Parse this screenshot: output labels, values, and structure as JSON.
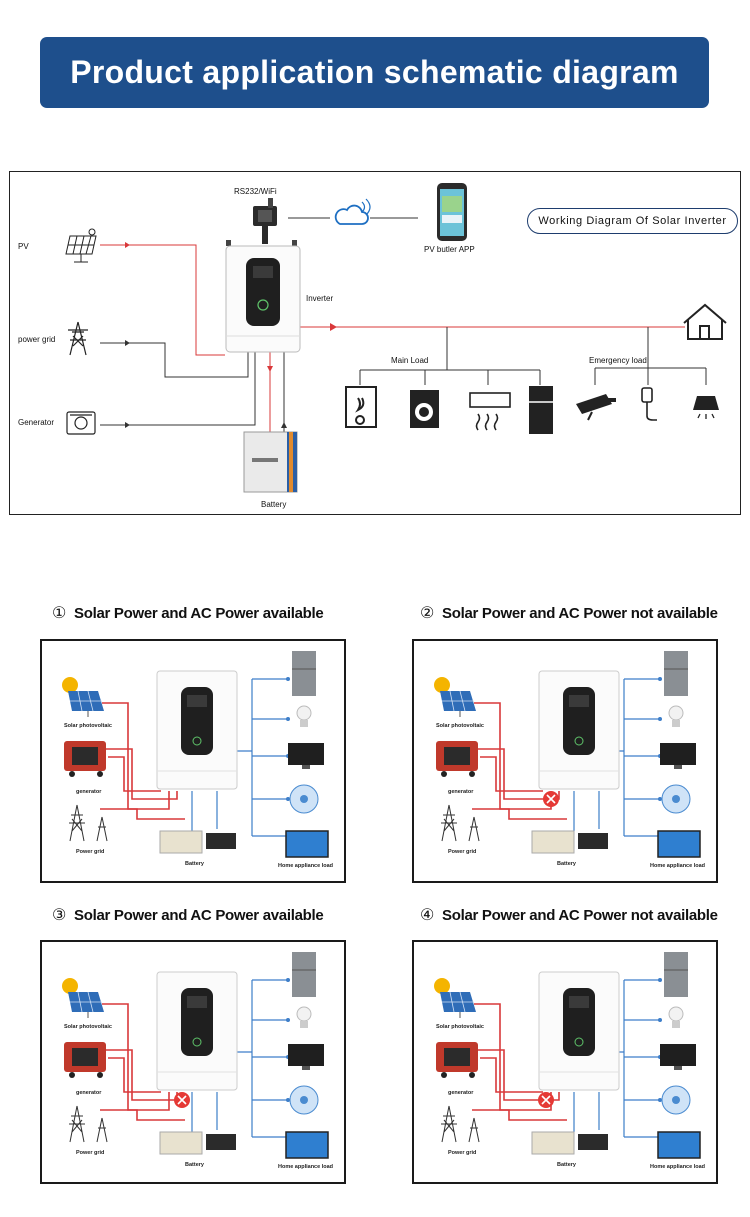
{
  "header": {
    "title": "Product application schematic diagram"
  },
  "top_diagram": {
    "badge": "Working Diagram Of Solar Inverter",
    "labels": {
      "rs232": "RS232/WiFi",
      "app": "PV butler APP",
      "pv": "PV",
      "grid": "power grid",
      "generator": "Generator",
      "inverter": "Inverter",
      "main_load": "Main Load",
      "emergency_load": "Emergency load",
      "battery": "Battery"
    }
  },
  "scenarios": [
    {
      "num": "①",
      "title": "Solar Power and AC Power available",
      "blocked": false
    },
    {
      "num": "②",
      "title": "Solar Power and AC Power not available",
      "blocked": true
    },
    {
      "num": "③",
      "title": "Solar Power and AC Power available",
      "blocked": true
    },
    {
      "num": "④",
      "title": "Solar Power and AC Power not available",
      "blocked": true
    }
  ],
  "panel_labels": {
    "solar": "Solar photovoltaic",
    "generator": "generator",
    "grid": "Power grid",
    "battery": "Battery",
    "load": "Home appliance load"
  },
  "colors": {
    "accent": "#1e4f8c",
    "ac_line": "#d9383a",
    "load_line": "#3d7ec9",
    "dark": "#1a1a1a"
  }
}
